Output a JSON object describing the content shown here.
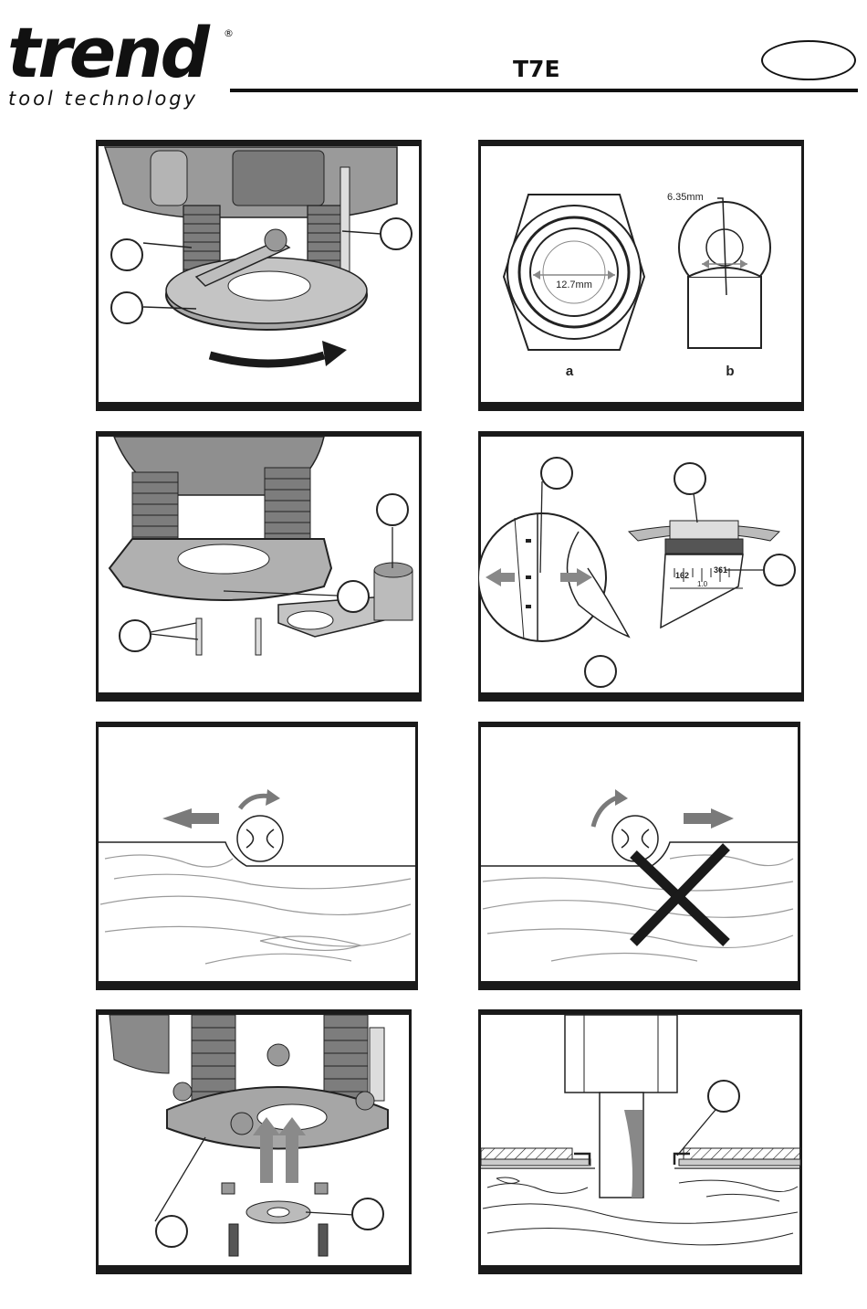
{
  "header": {
    "brand": "trend",
    "registered_mark": "®",
    "tagline": "tool technology",
    "model": "T7E",
    "language_badge": ""
  },
  "figures": {
    "collet": {
      "nut_size": "12.7mm",
      "sleeve_size": "6.35mm",
      "label_a": "a",
      "label_b": "b"
    },
    "depth_scale": {
      "mark_left": "162",
      "mark_right": "361",
      "mark_mid": "1.0"
    }
  },
  "colors": {
    "frame": "#1a1a1a",
    "arrow_grey": "#7a7a7a",
    "wood_line": "#9a9a9a"
  }
}
